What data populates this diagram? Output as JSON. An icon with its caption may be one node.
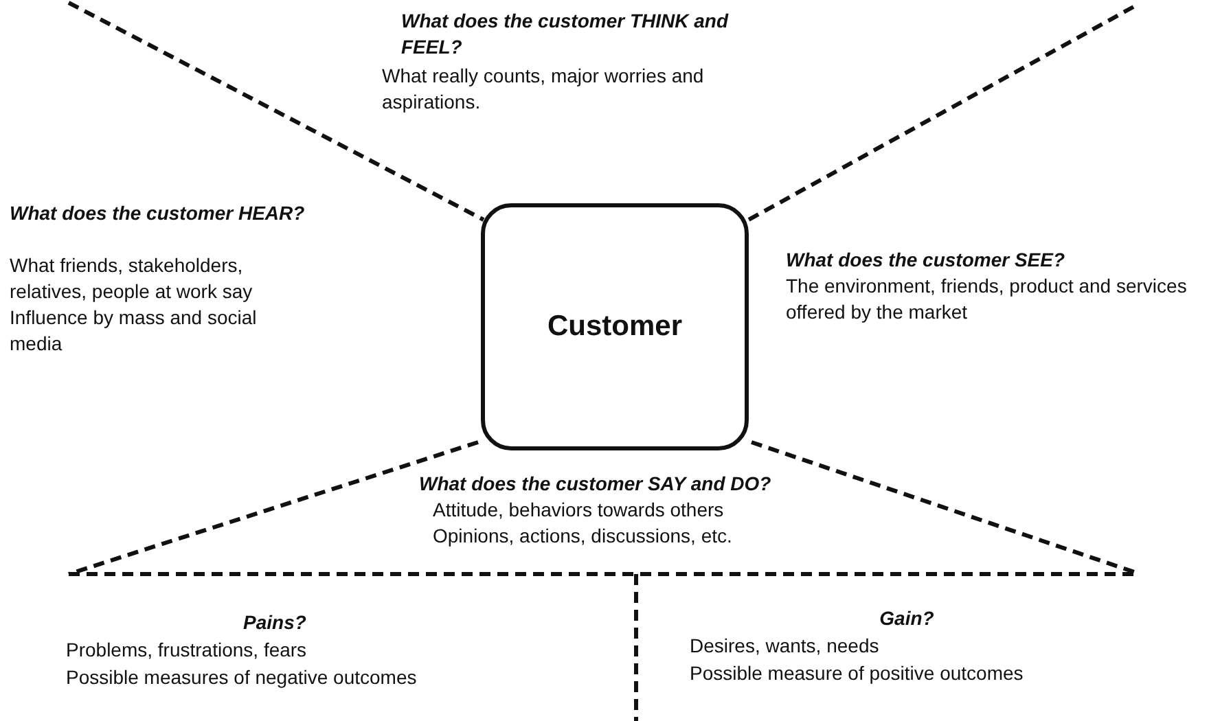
{
  "diagram": {
    "nodes": [
      {
        "text": [
          "Customer"
        ]
      }
    ],
    "labels": [
      "What does the customer THINK and FEEL?",
      "What really counts, major worries and aspirations.",
      "What does the customer HEAR?",
      "What friends, stakeholders, relatives, people at work say",
      "Influence by mass and social media",
      "What does the customer SEE?",
      "The environment, friends, product and services offered by the market",
      "What does the customer SAY and DO?",
      "Attitude, behaviors towards others",
      "Opinions, actions, discussions, etc.",
      "Pains?",
      "Problems, frustrations, fears",
      "Possible measures of negative outcomes",
      "Gain?",
      "Desires, wants, needs",
      "Possible measure of positive outcomes"
    ]
  }
}
